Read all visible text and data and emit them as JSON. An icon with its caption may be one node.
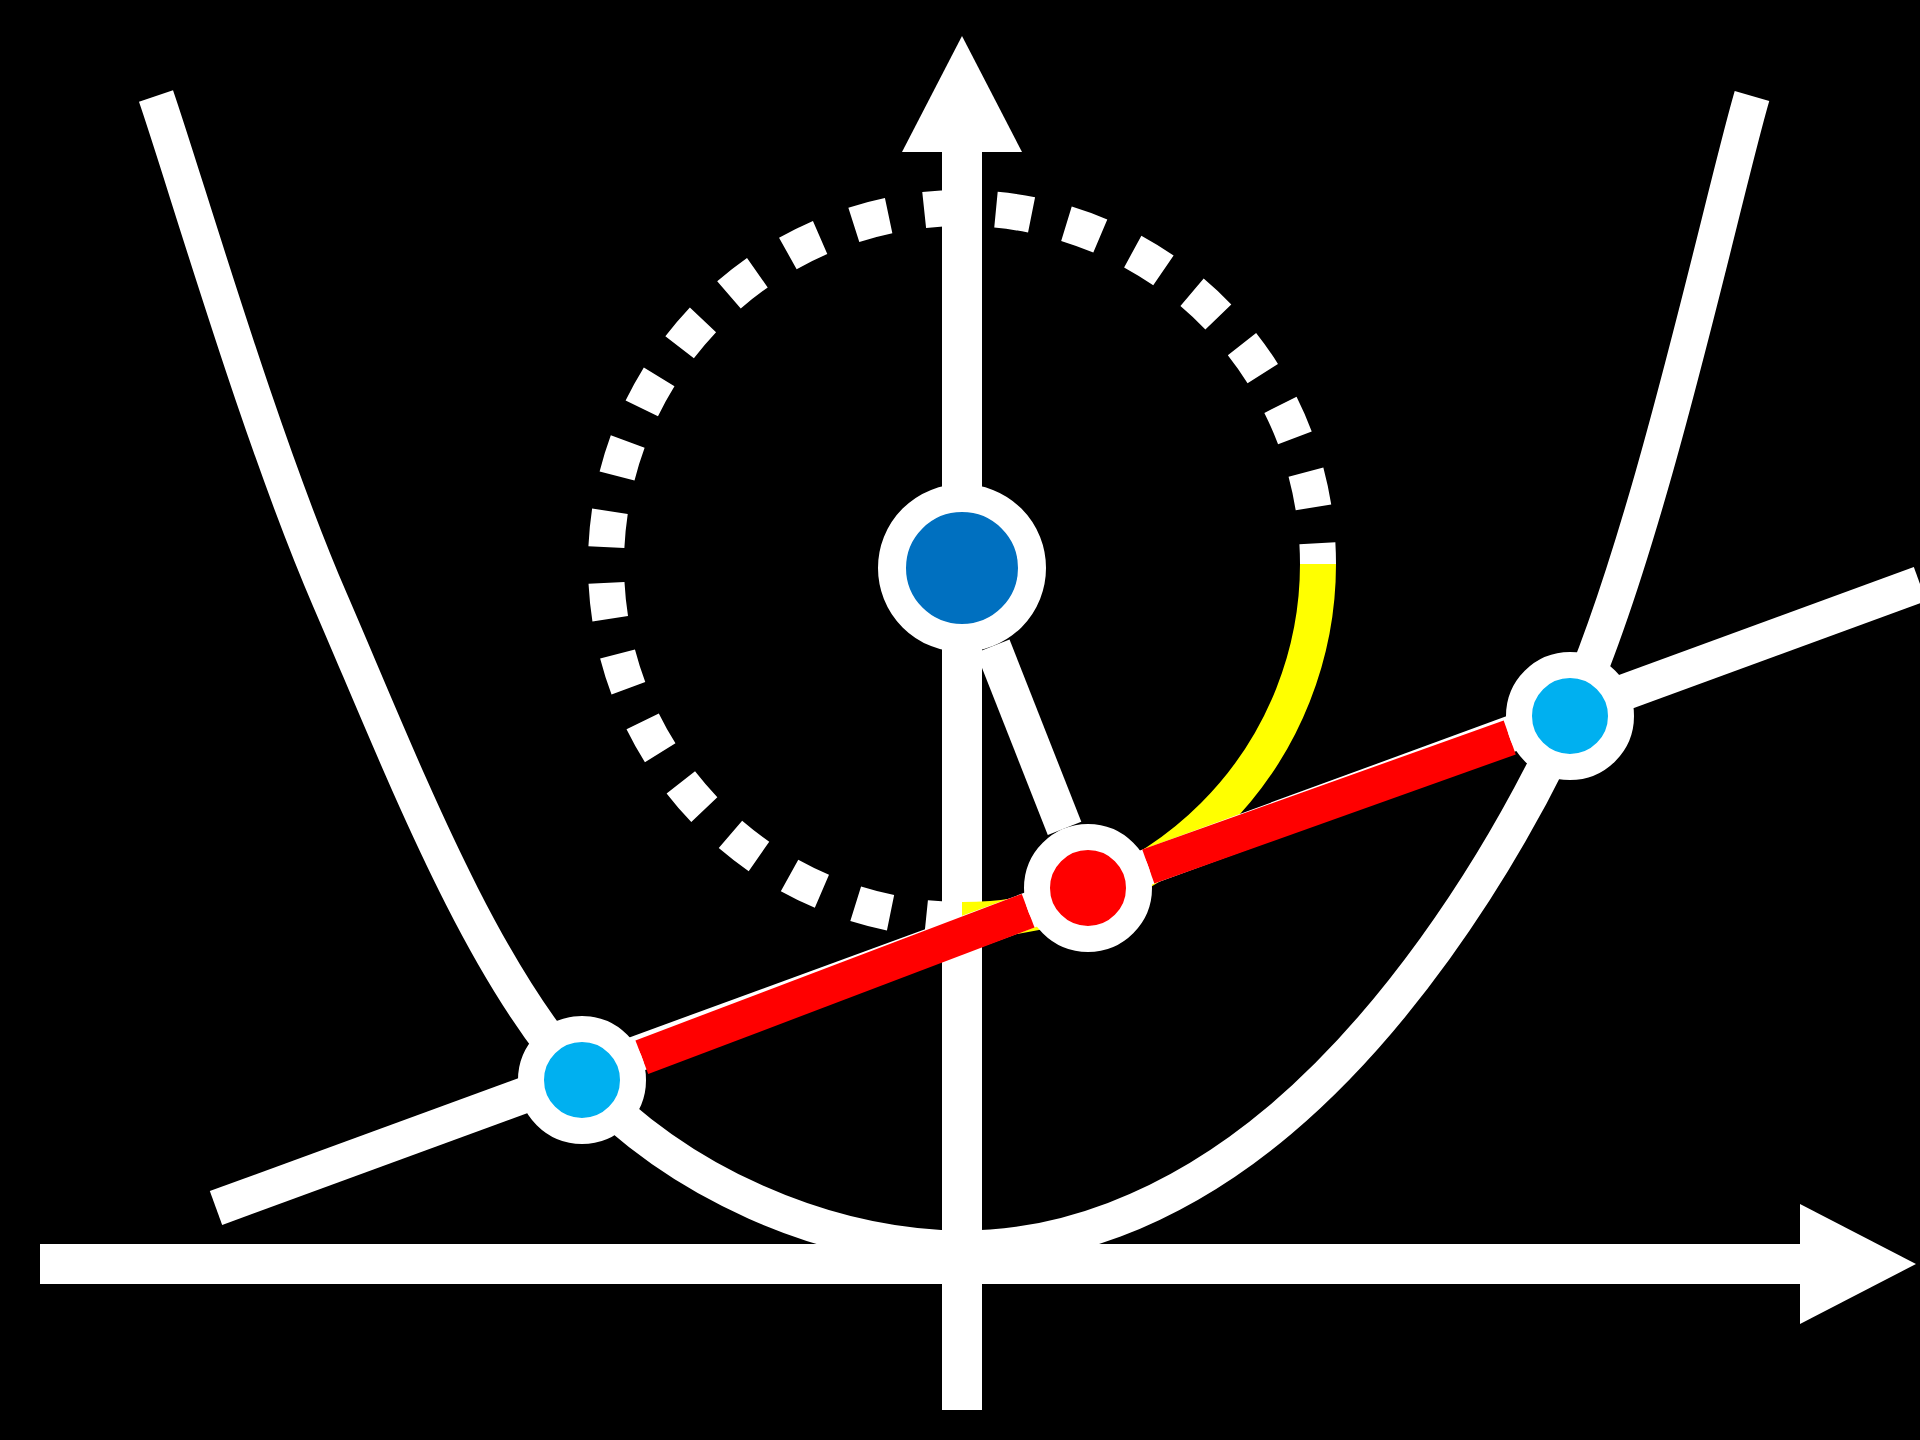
{
  "diagram": {
    "nodes": [
      {
        "text": [],
        "shape": "circle"
      },
      {
        "text": [],
        "shape": "circle"
      },
      {
        "text": [],
        "shape": "circle"
      },
      {
        "text": [],
        "shape": "circle"
      }
    ],
    "edges": [
      {
        "from": 0,
        "to": 1,
        "arrow": "none",
        "color": "#ffffff"
      },
      {
        "from": 2,
        "to": 1,
        "arrow": "none",
        "color": "#ff0000"
      },
      {
        "from": 1,
        "to": 3,
        "arrow": "none",
        "color": "#ff0000"
      }
    ]
  }
}
